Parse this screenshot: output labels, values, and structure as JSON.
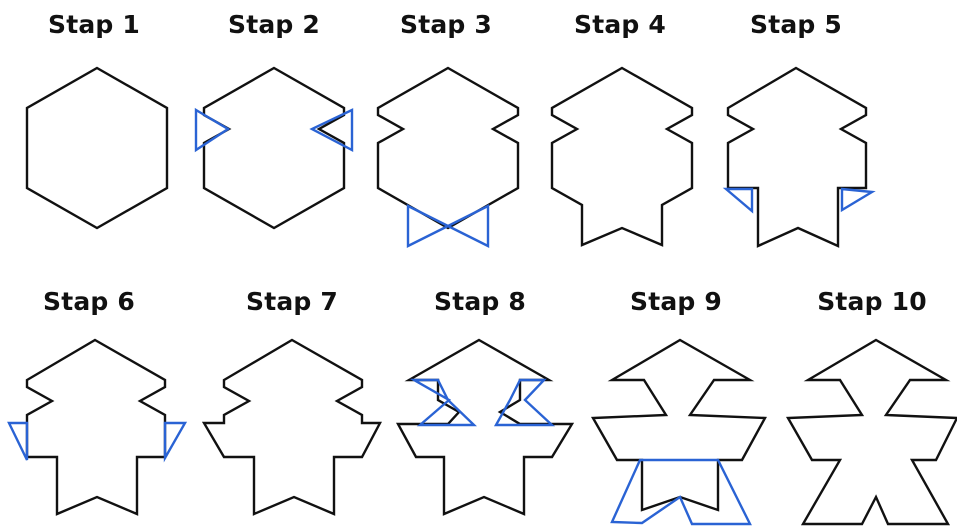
{
  "steps": [
    {
      "label": "Stap 1"
    },
    {
      "label": "Stap 2"
    },
    {
      "label": "Stap 3"
    },
    {
      "label": "Stap 4"
    },
    {
      "label": "Stap 5"
    },
    {
      "label": "Stap 6"
    },
    {
      "label": "Stap 7"
    },
    {
      "label": "Stap 8"
    },
    {
      "label": "Stap 9"
    },
    {
      "label": "Stap 10"
    }
  ],
  "colors": {
    "outline": "#111111",
    "added_piece": "#2a63d4",
    "background": "#ffffff"
  }
}
